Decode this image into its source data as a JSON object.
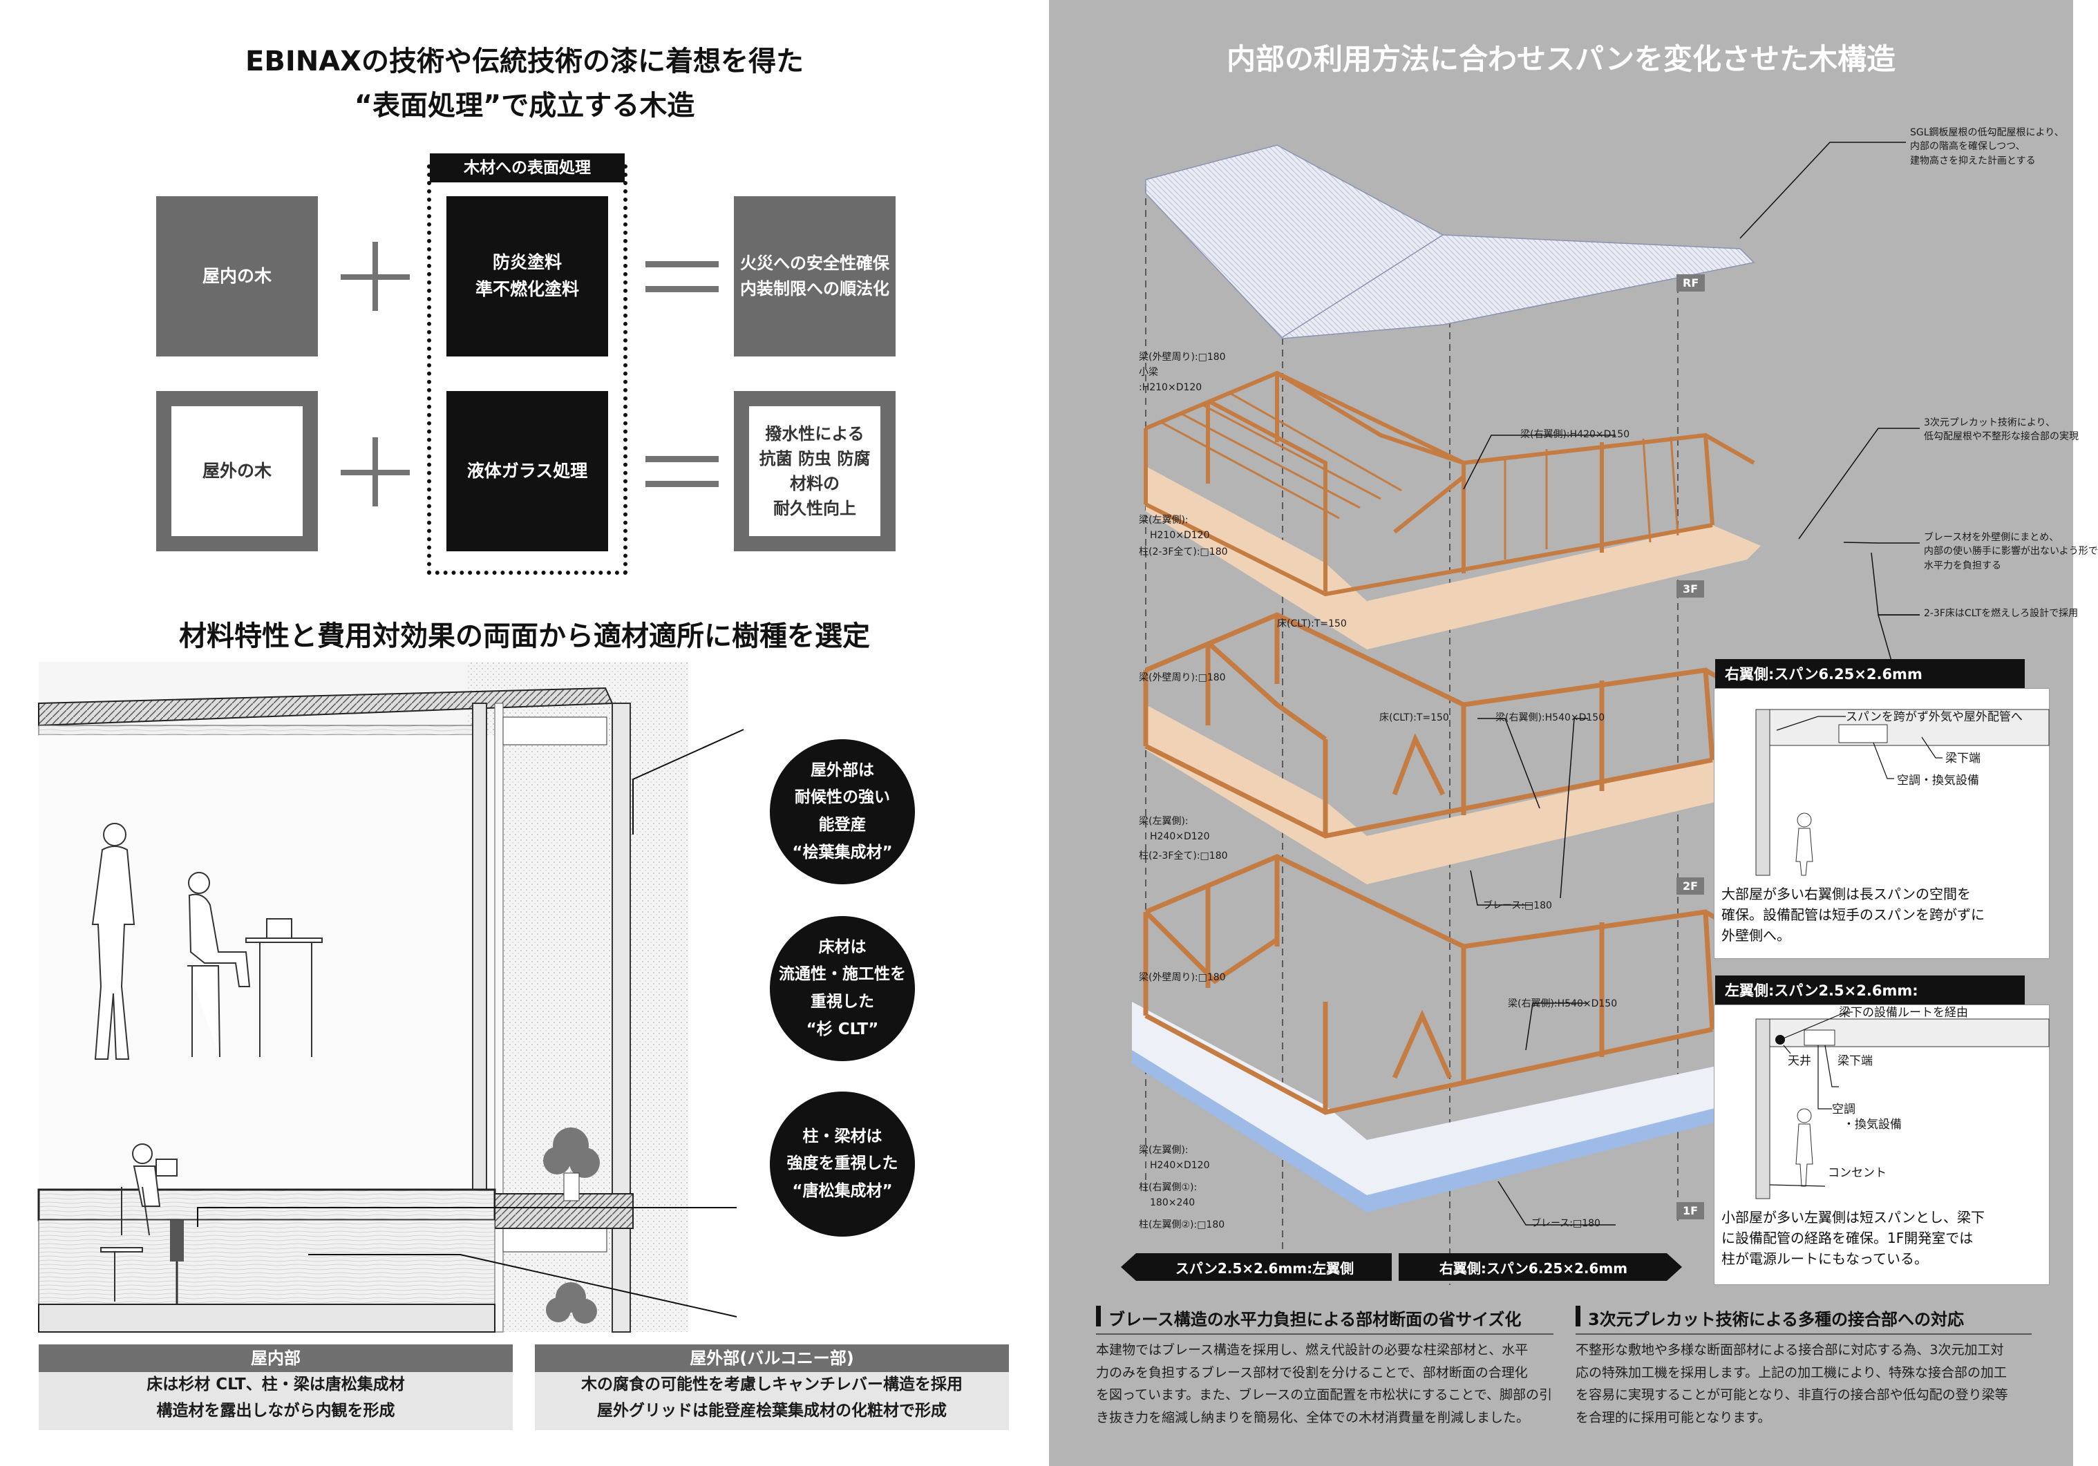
{
  "left": {
    "heading_line1": "EBINAXの技術や伝統技術の漆に着想を得た",
    "heading_line2": "“表面処理”で成立する木造",
    "surface_treatment_label": "木材への表面処理",
    "row1": {
      "wood": "屋内の木",
      "treatment_line1": "防炎塗料",
      "treatment_line2": "準不燃化塗料",
      "result_line1": "火災への安全性確保",
      "result_line2": "内装制限への順法化"
    },
    "row2": {
      "wood": "屋外の木",
      "treatment": "液体ガラス処理",
      "result_line1": "撥水性による",
      "result_line2": "抗菌 防虫 防腐",
      "result_line3": "材料の",
      "result_line4": "耐久性向上"
    },
    "heading2": "材料特性と費用対効果の両面から適材適所に樹種を選定",
    "circle1": {
      "l1": "屋外部は",
      "l2": "耐候性の強い",
      "l3": "能登産",
      "l4": "“桧葉集成材”"
    },
    "circle2": {
      "l1": "床材は",
      "l2": "流通性・施工性を",
      "l3": "重視した",
      "l4": "“杉 CLT”"
    },
    "circle3": {
      "l1": "柱・梁材は",
      "l2": "強度を重視した",
      "l3": "“唐松集成材”"
    },
    "indoor": {
      "title": "屋内部",
      "line1": "床は杉材 CLT、柱・梁は唐松集成材",
      "line2": "構造材を露出しながら内観を形成"
    },
    "outdoor": {
      "title": "屋外部(バルコニー部)",
      "line1": "木の腐食の可能性を考慮しキャンチレバー構造を採用",
      "line2": "屋外グリッドは能登産桧葉集成材の化粧材で形成"
    }
  },
  "right": {
    "heading": "内部の利用方法に合わせスパンを変化させた木構造",
    "levels": {
      "rf": "RF",
      "f3": "3F",
      "f2": "2F",
      "f1": "1F"
    },
    "roof_note": {
      "l1": "SGL鋼板屋根の低勾配屋根により、",
      "l2": "内部の階高を確保しつつ、",
      "l3": "建物高さを抑えた計画とする"
    },
    "precut_note": {
      "l1": "3次元プレカット技術により、",
      "l2": "低勾配屋根や不整形な接合部の実現"
    },
    "brace_note": {
      "l1": "ブレース材を外壁側にまとめ、",
      "l2": "内部の使い勝手に影響が出ないよう形で",
      "l3": "水平力を負担する"
    },
    "clt_note": "2-3F床はCLTを燃えしろ設計で採用",
    "f3_labels": {
      "beam_perimeter": "梁(外壁周り):□180",
      "small_beam1": "小梁",
      "small_beam2": ":H210×D120",
      "beam_right": "梁(右翼側):H420×D150",
      "beam_left1": "梁(左翼側):",
      "beam_left2": "H210×D120",
      "column": "柱(2-3F全て):□180",
      "floor": "床(CLT):T=150"
    },
    "f2_labels": {
      "beam_perimeter": "梁(外壁周り):□180",
      "floor": "床(CLT):T=150",
      "beam_right": "梁(右翼側):H540×D150",
      "beam_left1": "梁(左翼側):",
      "beam_left2": "H240×D120",
      "column": "柱(2-3F全て):□180",
      "brace": "ブレース:□180"
    },
    "f1_labels": {
      "beam_perimeter": "梁(外壁周り):□180",
      "beam_right": "梁(右翼側):H540×D150",
      "beam_left1": "梁(左翼側):",
      "beam_left2": "H240×D120",
      "col_right1": "柱(右翼側①):",
      "col_right2": "180×240",
      "col_left": "柱(左翼側②):□180",
      "brace": "ブレース:□180"
    },
    "span_left": "スパン2.5×2.6mm:左翼側",
    "span_right": "右翼側:スパン6.25×2.6mm",
    "panel_right": {
      "title": "右翼側:スパン6.25×2.6mm",
      "callout1": "スパンを跨がず外気や屋外配管へ",
      "callout2": "梁下端",
      "callout3": "空調・換気設備",
      "text1": "大部屋が多い右翼側は長スパンの空間を",
      "text2": "確保。設備配管は短手のスパンを跨がずに",
      "text3": "外壁側へ。"
    },
    "panel_left": {
      "title": "左翼側:スパン2.5×2.6mm:",
      "callout1": "梁下の設備ルートを経由",
      "callout2": "天井",
      "callout3": "梁下端",
      "callout4": "空調",
      "callout5": "・換気設備",
      "callout6": "コンセント",
      "text1": "小部屋が多い左翼側は短スパンとし、梁下",
      "text2": "に設備配管の経路を確保。1F開発室では",
      "text3": "柱が電源ルートにもなっている。"
    },
    "bottom_left": {
      "title": "ブレース構造の水平力負担による部材断面の省サイズ化",
      "p1": "本建物ではブレース構造を採用し、燃え代設計の必要な柱梁部材と、水平",
      "p2": "力のみを負担するブレース部材で役割を分けることで、部材断面の合理化",
      "p3": "を図っています。また、ブレースの立面配置を市松状にすることで、脚部の引",
      "p4": "き抜き力を縮減し納まりを簡易化、全体での木材消費量を削減しました。"
    },
    "bottom_right": {
      "title": "3次元プレカット技術による多種の接合部への対応",
      "p1": "不整形な敷地や多様な断面部材による接合部に対応する為、3次元加工対",
      "p2": "応の特殊加工機を採用します。上記の加工機により、特殊な接合部の加工",
      "p3": "を容易に実現することが可能となり、非直行の接合部や低勾配の登り梁等",
      "p4": "を合理的に採用可能となります。"
    }
  }
}
